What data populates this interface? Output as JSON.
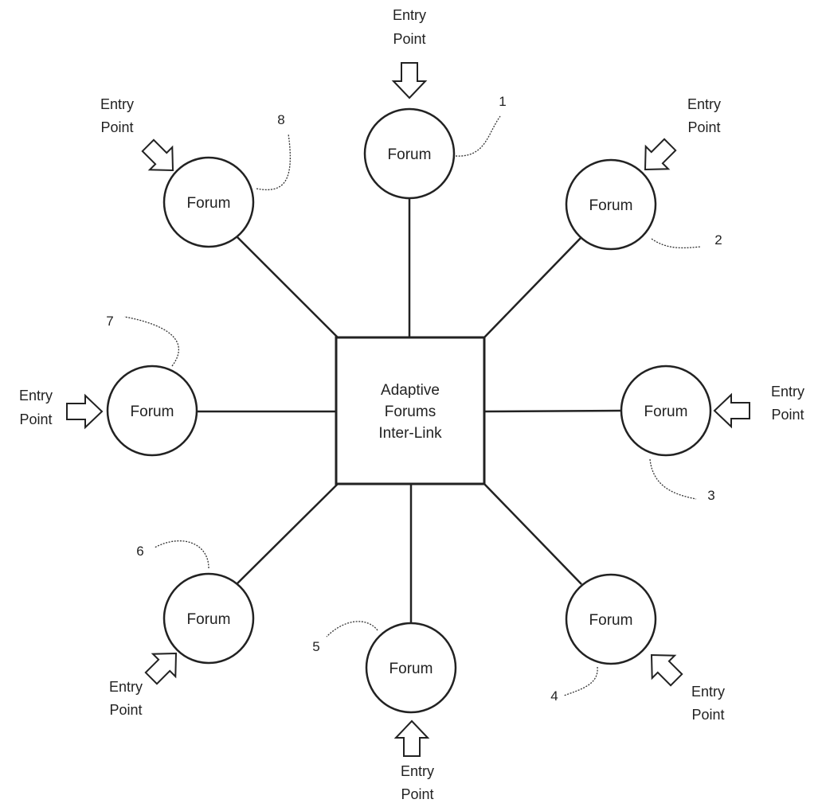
{
  "hub": {
    "lines": [
      "Adaptive",
      "Forums",
      "Inter-Link"
    ]
  },
  "forum_label": "Forum",
  "entry_point_label": {
    "line1": "Entry",
    "line2": "Point"
  },
  "forums": [
    {
      "ref": "1"
    },
    {
      "ref": "2"
    },
    {
      "ref": "3"
    },
    {
      "ref": "4"
    },
    {
      "ref": "5"
    },
    {
      "ref": "6"
    },
    {
      "ref": "7"
    },
    {
      "ref": "8"
    }
  ]
}
